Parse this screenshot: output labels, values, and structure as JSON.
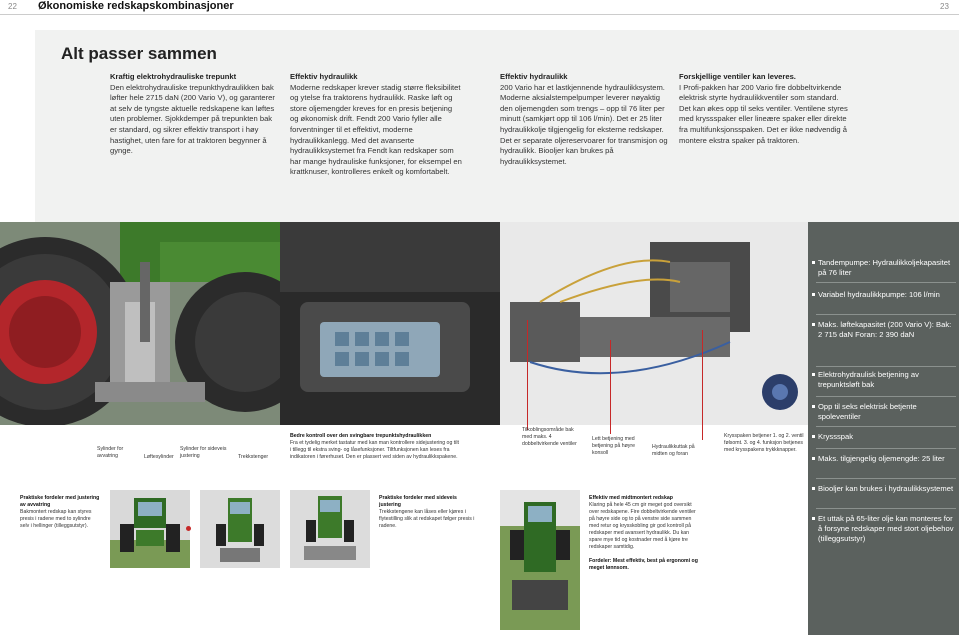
{
  "header": {
    "page_left": "22",
    "title": "Økonomiske redskapskombinasjoner",
    "page_right": "23"
  },
  "main_title": "Alt passer sammen",
  "columns": [
    {
      "heading": "Kraftig elektrohydrauliske trepunkt",
      "body": "Den elektrohydrauliske trepunkthydraulikken bak løfter hele 2715 daN (200 Vario V), og garanterer at selv de tyngste aktuelle redskapene kan løftes uten problemer. Sjokkdemper på trepunkten bak er standard, og sikrer effektiv transport i høy hastighet, uten fare for at traktoren begynner å gynge."
    },
    {
      "heading": "Effektiv hydraulikk",
      "body": "Moderne redskaper krever stadig større fleksibilitet og ytelse fra traktorens hydraulikk. Raske løft og store oljemengder kreves for en presis betjening og økonomisk drift. Fendt 200 Vario fyller alle forventninger til et effektivt, moderne hydraulikkanlegg. Med det avanserte hydraulikksystemet fra Fendt kan redskaper som har mange hydrauliske funksjoner, for eksempel en krattknuser, kontrolleres enkelt og komfortabelt."
    },
    {
      "heading": "Effektiv hydraulikk",
      "body": "200 Vario har et lastkjennende hydraulikksystem. Moderne aksialstempelpumper leverer nøyaktig den oljemengden som trengs – opp til 76 liter per minutt (samkjørt opp til 106 l/min). Det er 25 liter hydraulikkolje tilgjengelig for eksterne redskaper. Det er separate oljereservoarer for transmisjon og hydraulikk. Biooljer kan brukes på hydraulikksystemet."
    },
    {
      "heading": "Forskjellige ventiler kan leveres.",
      "body": "I Profi-pakken har 200 Vario fire dobbeltvirkende elektrisk styrte hydraulikkventiler som standard. Det kan økes opp til seks ventiler. Ventilene styres med kryssspaker eller lineære spaker eller direkte fra multifunksjonsspaken. Det er ikke nødvendig å montere ekstra spaker på traktoren."
    }
  ],
  "specs": [
    "Tandempumpe: Hydraulikkoljekapasitet på 76 liter",
    "Variabel hydraulikkpumpe: 106 l/min",
    "Maks. løftekapasitet (200 Vario V): Bak: 2 715 daN Foran: 2 390 daN",
    "Elektrohydraulisk betjening av trepunktsløft bak",
    "Opp til seks elektrisk betjente spoleventiler",
    "Kryssspak",
    "Maks. tilgjengelig oljemengde: 25 liter",
    "Bioolјer kan brukes i hydraulikksystemet",
    "Et uttak på 65-liter olje kan monteres for å forsyne redskaper med stort oljebehov (tilleggsutstyr)"
  ],
  "captions": {
    "cyl_avvatring": "Sylinder for avvatring",
    "loftesylinder": "Løftesylinder",
    "cyl_sideveis": "Sylinder for sideveis justering",
    "trekkstenger": "Trekkstenger",
    "betjening_title": "Bedre kontroll over den svingbare trepunktshydraulikken",
    "betjening_body": "Fra et tydelig merket tastatur med kan man kontrollere sidejustering og tilt i tillegg til ekstra sving- og låsefunksjoner. Tiltfunksjonen kan leses fra indikatoren i førerhuset. Den er plassert ved siden av hydraulikkspakene.",
    "tilkobling": "Tilkoblingsområde bak med maks. 4 dobbeltvirkende ventiler",
    "lett_betjening": "Lett betjening med betjening på høyre konsoll",
    "hydraulikkuttak": "Hydraulikkuttak på midten og foran",
    "krysspaken": "Krysspaken betjener 1. og 2. ventil følsomt. 3. og 4. funksjon betjenes med krysspakens trykkknapper.",
    "avvatring_title": "Praktiske fordeler med justering av avvatring",
    "avvatring_body": "Bakmontert redskap kan styres presis i radene med to sylindre selv i hellinger (tilleggsutstyr).",
    "sideveis_title": "Praktiske fordeler med sideveis justering",
    "sideveis_body": "Trekkstengene kan låses eller kjøres i flytestilling slik at redskapet følger presis i radene.",
    "midtmontert_title": "Effektiv med midtmontert redskap",
    "midtmontert_body": "Klaring på hele 45 cm gir meget god oversikt over redskapene. Fire dobbeltvirkende ventiler på høyre side og to på venstre side sammen med retur og krysskobling gir god kontroll på redskaper med avansert hydraulikk. Du kan spare mye tid og kostnader med å kjøre tre redskaper samtidig.",
    "fordeler_title": "Fordeler: Mest effektiv, best på ergonomi og meget lønnsom."
  },
  "colors": {
    "spec_panel": "#5b615e",
    "accent_red": "#c62828",
    "fendt_green": "#3d7a2a",
    "band": "#f1f2f1"
  }
}
